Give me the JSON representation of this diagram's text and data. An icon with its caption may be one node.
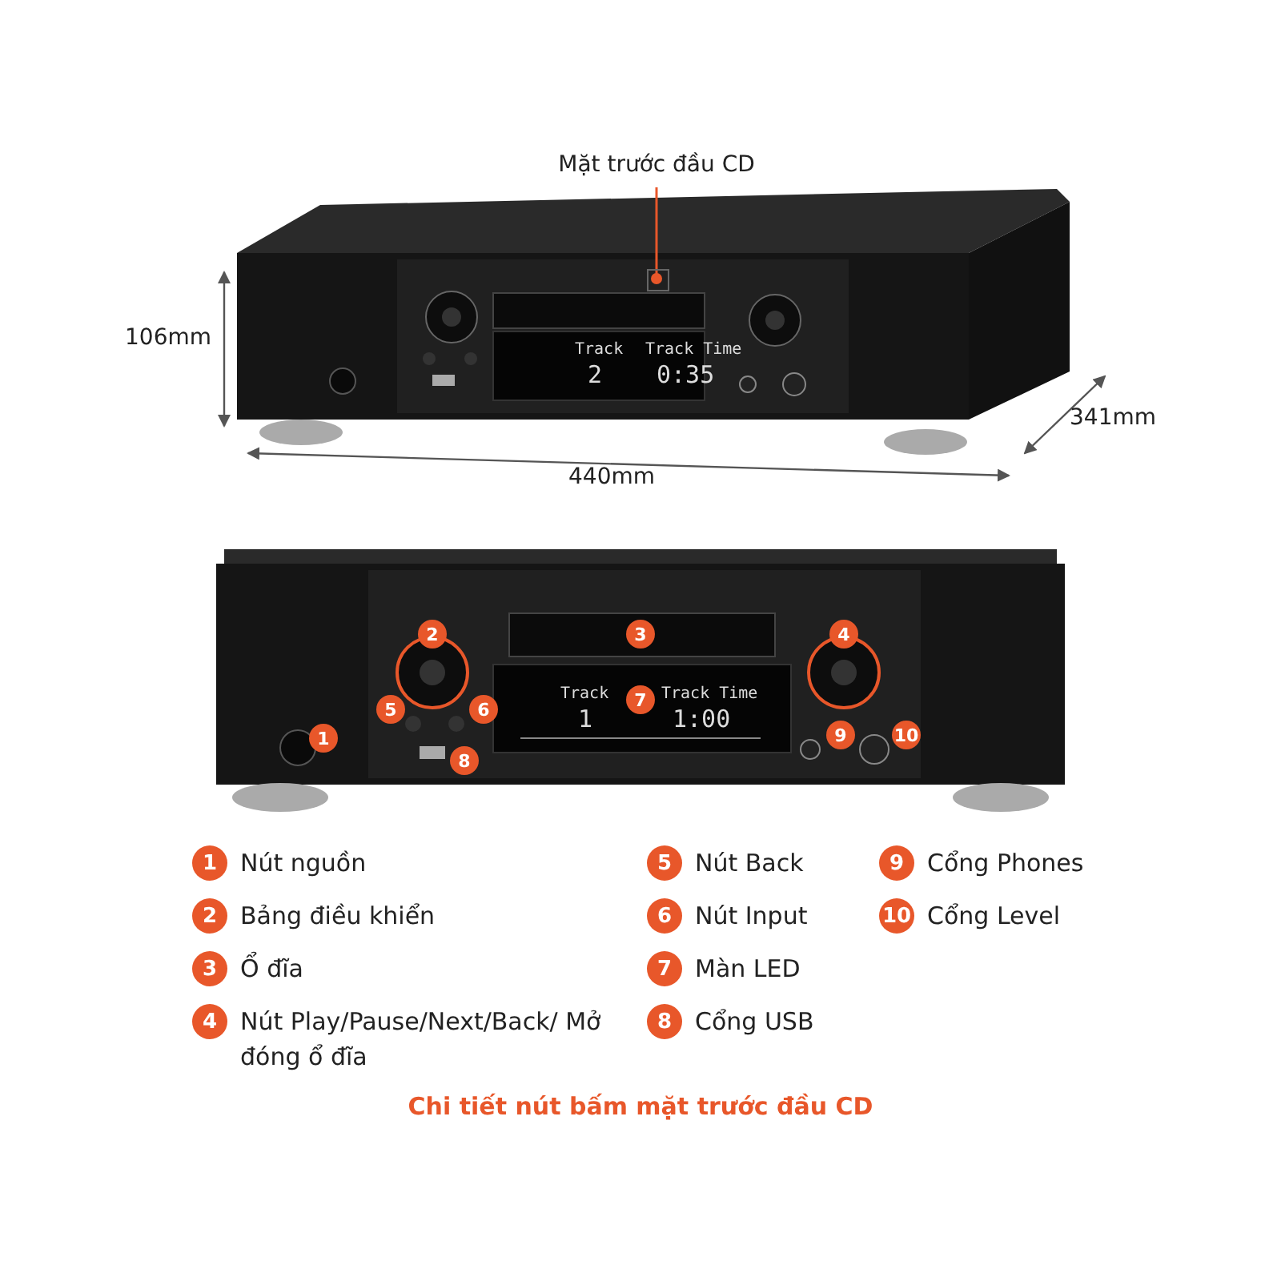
{
  "diagram": {
    "caption": "Chi tiết nút bấm mặt trước đầu CD",
    "nodes": [
      {
        "text": [
          "Mặt trước đầu CD"
        ]
      },
      {
        "text": [],
        "shape": "box"
      }
    ],
    "edges": [
      {
        "from": 0,
        "to": 1,
        "arrow": "other",
        "color": "#e8572a"
      }
    ],
    "labels": [
      "106mm",
      "341mm",
      "440mm",
      "Track",
      "Track Time",
      "2",
      "0:35",
      "2",
      "3",
      "4",
      "5",
      "6",
      "7",
      "1",
      "8",
      "9",
      "10",
      "Track",
      "Track Time",
      "1",
      "1:00",
      "1",
      "Nút nguồn",
      "5",
      "Nút Back",
      "9",
      "Cổng Phones",
      "2",
      "Bảng điều khiển",
      "6",
      "Nút Input",
      "10",
      "Cổng Level",
      "3",
      "Ổ đĩa",
      "7",
      "Màn LED",
      "4",
      "Nút Play/Pause/Next/Back/ Mở đóng ổ đĩa",
      "8",
      "Cổng USB"
    ]
  }
}
